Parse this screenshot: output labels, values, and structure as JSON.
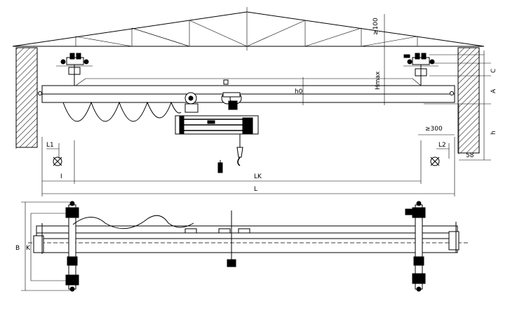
{
  "dimension_labels": {
    "top_clearance": "≥100",
    "hmax": "Hmax",
    "h0": "h0",
    "c": "C",
    "a": "A",
    "h": "h",
    "side_clearance": "≥300",
    "l1": "L1",
    "l2": "L2",
    "offset_58": "58",
    "i": "I",
    "lk": "LK",
    "l": "L",
    "b": "B",
    "k": "K"
  }
}
